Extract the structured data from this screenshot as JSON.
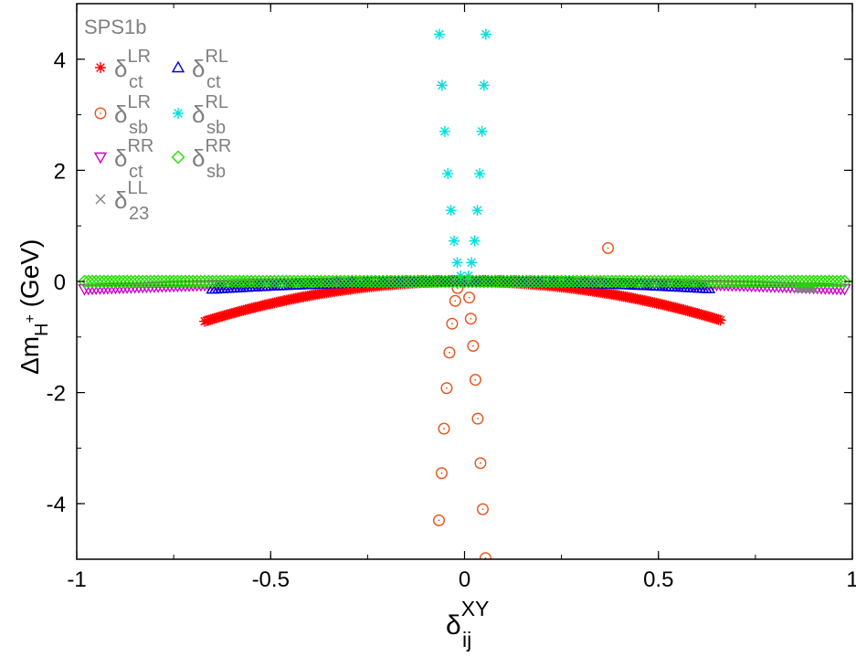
{
  "chart_data": {
    "type": "scatter",
    "title": "SPS1b",
    "xlabel": {
      "base": "δ",
      "sub": "ij",
      "sup": "XY"
    },
    "ylabel": {
      "prefix": "Δm",
      "sub": "H",
      "subsup": "+",
      "suffix": "(GeV)"
    },
    "xlim": [
      -1,
      1
    ],
    "ylim": [
      -5,
      5
    ],
    "xticks": [
      -1,
      -0.5,
      0,
      0.5,
      1
    ],
    "xtick_labels": [
      "-1",
      "-0.5",
      "0",
      "0.5",
      "1"
    ],
    "yticks": [
      -4,
      -2,
      0,
      2,
      4
    ],
    "ytick_labels": [
      "-4",
      "-2",
      "0",
      "2",
      "4"
    ],
    "grid": false,
    "legend_position": "top-left",
    "series": [
      {
        "key": "ct_LR",
        "label_base": "δ",
        "label_sub": "ct",
        "label_sup": "LR",
        "marker": "asterisk",
        "color": "#ff0000",
        "curve": {
          "type": "parabola",
          "x_from": -0.67,
          "x_to": 0.66,
          "a": -1.6,
          "gap": [
            -0.03,
            0.03
          ],
          "step": 0.005
        }
      },
      {
        "key": "sb_LR",
        "label_base": "δ",
        "label_sub": "sb",
        "label_sup": "LR",
        "marker": "circle",
        "color": "#e8521a",
        "points": [
          [
            -0.066,
            -4.3
          ],
          [
            -0.059,
            -3.45
          ],
          [
            -0.053,
            -2.65
          ],
          [
            -0.046,
            -1.92
          ],
          [
            -0.039,
            -1.28
          ],
          [
            -0.032,
            -0.76
          ],
          [
            -0.024,
            -0.35
          ],
          [
            -0.018,
            -0.12
          ],
          [
            0.012,
            -0.29
          ],
          [
            0.016,
            -0.67
          ],
          [
            0.022,
            -1.16
          ],
          [
            0.028,
            -1.77
          ],
          [
            0.034,
            -2.47
          ],
          [
            0.041,
            -3.27
          ],
          [
            0.047,
            -4.1
          ],
          [
            0.054,
            -4.98
          ],
          [
            0.37,
            0.6
          ]
        ]
      },
      {
        "key": "ct_RR",
        "label_base": "δ",
        "label_sub": "ct",
        "label_sup": "RR",
        "marker": "triangle-down",
        "color": "#cc00cc",
        "curve": {
          "type": "parabola",
          "x_from": -0.98,
          "x_to": 0.98,
          "a": -0.14,
          "step": 0.01
        }
      },
      {
        "key": "23_LL",
        "label_base": "δ",
        "label_sub": "23",
        "label_sup": "LL",
        "marker": "cross",
        "color": "#808080",
        "curve": {
          "type": "parabola",
          "x_from": 0.86,
          "x_to": 0.9,
          "a": -0.15,
          "step": 0.005
        }
      },
      {
        "key": "ct_RL",
        "label_base": "δ",
        "label_sub": "ct",
        "label_sup": "RL",
        "marker": "triangle-up",
        "color": "#0000dd",
        "curve": {
          "type": "parabola",
          "x_from": -0.65,
          "x_to": 0.63,
          "a": -0.32,
          "step": 0.008
        }
      },
      {
        "key": "sb_RL",
        "label_base": "δ",
        "label_sub": "sb",
        "label_sup": "RL",
        "marker": "asterisk",
        "color": "#00e0e0",
        "points": [
          [
            -0.065,
            4.45
          ],
          [
            -0.058,
            3.53
          ],
          [
            -0.051,
            2.7
          ],
          [
            -0.043,
            1.94
          ],
          [
            -0.035,
            1.28
          ],
          [
            -0.027,
            0.73
          ],
          [
            -0.019,
            0.34
          ],
          [
            -0.01,
            0.1
          ],
          [
            0.01,
            0.1
          ],
          [
            0.018,
            0.34
          ],
          [
            0.026,
            0.73
          ],
          [
            0.033,
            1.28
          ],
          [
            0.039,
            1.94
          ],
          [
            0.045,
            2.7
          ],
          [
            0.05,
            3.53
          ],
          [
            0.055,
            4.45
          ]
        ]
      },
      {
        "key": "sb_RR",
        "label_base": "δ",
        "label_sub": "sb",
        "label_sup": "RR",
        "marker": "diamond",
        "color": "#22dd00",
        "curve": {
          "type": "parabola",
          "x_from": -0.98,
          "x_to": 0.98,
          "a": 0.0,
          "step": 0.01
        }
      }
    ]
  }
}
